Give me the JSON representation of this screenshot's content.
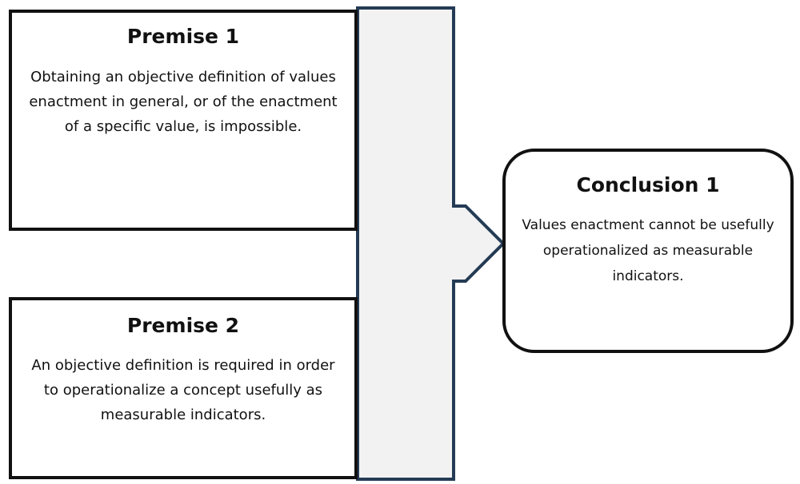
{
  "premise_1": {
    "title": "Premise 1",
    "text": "Obtaining an objective definition of values enactment in general, or of the enactment of a specific value, is impossible."
  },
  "premise_2": {
    "title": "Premise 2",
    "text": "An objective definition is required in order to operationalize a concept usefully as measurable indicators."
  },
  "conclusion_1": {
    "title": "Conclusion 1",
    "text": "Values enactment cannot be usefully operationalized as measurable indicators."
  },
  "colors": {
    "arrow_fill": "#f2f2f2",
    "arrow_stroke": "#243b55",
    "box_border": "#111111"
  },
  "icons": {
    "connector": "block-arrow-right-icon"
  }
}
